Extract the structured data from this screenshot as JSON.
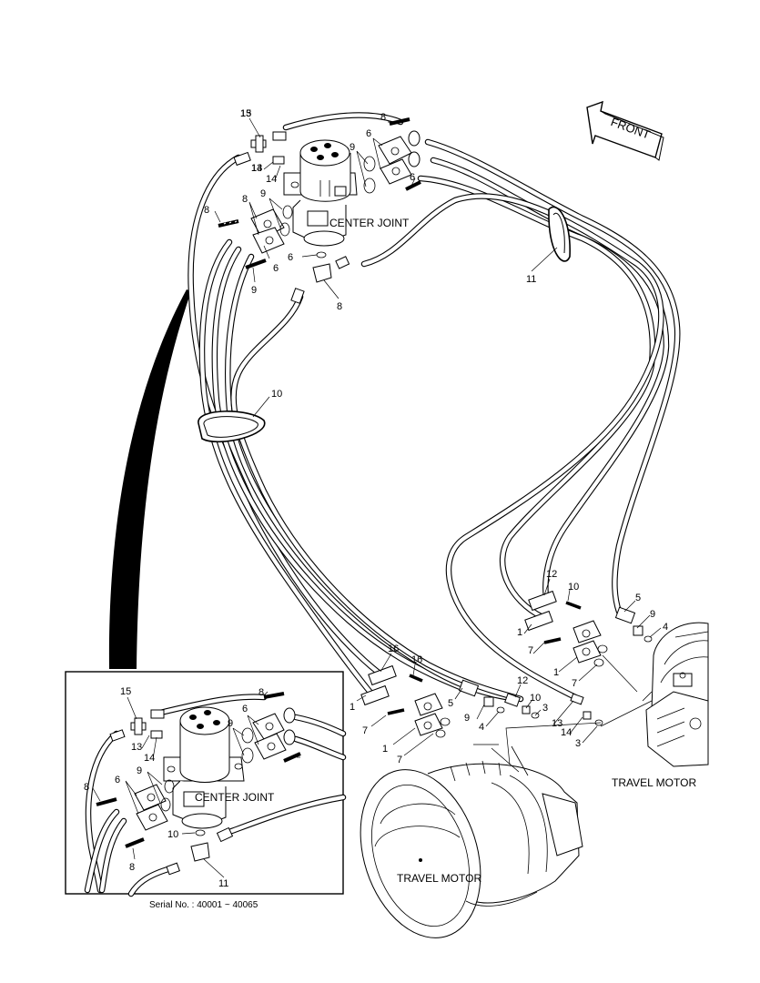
{
  "front_label": "FRONT",
  "labels": {
    "center_joint_main": "CENTER JOINT",
    "center_joint_inset": "CENTER JOINT",
    "travel_motor_right": "TRAVEL MOTOR",
    "travel_motor_bottom": "TRAVEL MOTOR"
  },
  "serial_text": "Serial No. : 40001 ~ 40065",
  "callouts_main": [
    "15",
    "13",
    "14",
    "8",
    "6",
    "9",
    "9",
    "6",
    "8",
    "8",
    "6",
    "9",
    "6",
    "8",
    "10",
    "11",
    "16",
    "16",
    "1",
    "7",
    "1",
    "7",
    "5",
    "9",
    "4",
    "12",
    "10",
    "1",
    "7",
    "1",
    "7",
    "5",
    "9",
    "4",
    "12",
    "10",
    "3",
    "13",
    "14",
    "3",
    "13",
    "14"
  ],
  "callouts_inset": [
    "15",
    "13",
    "14",
    "8",
    "6",
    "9",
    "8",
    "6",
    "9",
    "8",
    "10",
    "11"
  ],
  "colors": {
    "line": "#000000",
    "background": "#ffffff"
  }
}
